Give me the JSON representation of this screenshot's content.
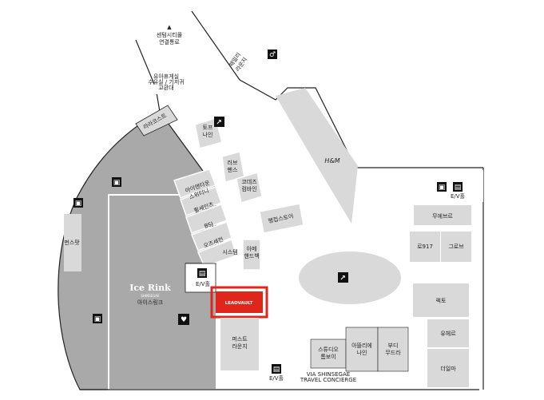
{
  "map": {
    "colors": {
      "background": "#ffffff",
      "wall": "#222222",
      "store_fill": "#d9d9d9",
      "ice_rink_fill": "#a9a9a9",
      "highlight": "#e0261b",
      "store_stroke": "#ffffff"
    },
    "connection": {
      "line1": "센텀시티몰",
      "line2": "연결통로"
    },
    "stores": {
      "family_lounge": "패밀리 라운지",
      "kids_zone_1": "유아휴게실",
      "kids_zone_2": "수유실 / 기저귀",
      "kids_zone_3": "교환대",
      "luxury_kids": "라라코스트",
      "tepnain": "토프 나인",
      "love_fens": "러브 펜스",
      "cordes": "코데즈 컴바인",
      "handy_story": "아이앤타운 스위티니",
      "duffy": "휠세인츠",
      "bsj": "BSJ",
      "on_off": "오즈세컨",
      "sisley": "시스템",
      "i_am_handbag": "아메 핸드백",
      "happy_story": "행컵스토어",
      "hm": "H&M",
      "mubnt": "무에브르",
      "ro917": "로917",
      "grobe": "그로브",
      "lecto": "렉토",
      "yuhere": "유헤르",
      "deulma": "더일마",
      "studio_tomboy": "스튜디오 톰보이",
      "atelier_nain": "아뜰리에 나인",
      "bodi_mudra": "부디 무드라",
      "pearst_lounge": "퍼스트 라운지",
      "seonseol": "펀스팟",
      "ice_rink_logo": "Ice Rink",
      "ice_rink_sub": "SHINSEGAE",
      "ice_rink_korean": "아이스링크",
      "leadvault": "LEADVAULT",
      "ev_1": "E/V홀",
      "ev_2": "E/V홀",
      "ev_3": "E/V홀",
      "travel_1": "VIA SHINSEGAE",
      "travel_2": "TRAVEL CONCIERGE"
    },
    "icons": [
      "toilet-icon",
      "restroom-icon",
      "escalator-icon",
      "elevator-icon",
      "nursing-icon",
      "aed-icon"
    ]
  }
}
